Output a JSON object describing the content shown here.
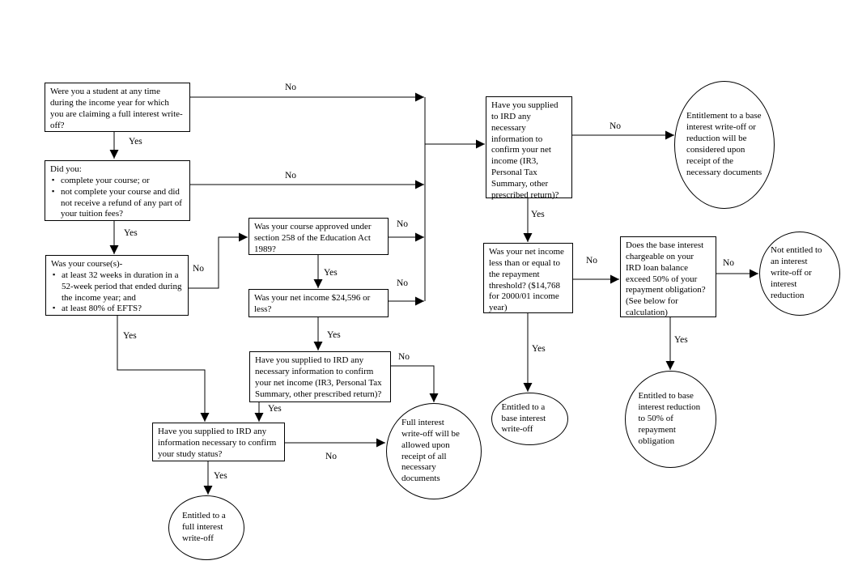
{
  "labels": {
    "yes": "Yes",
    "no": "No"
  },
  "nodes": {
    "student_question": {
      "text": "Were you a student at any time during the income year for which you are claiming a full interest write-off?"
    },
    "course_completion": {
      "intro": "Did you:",
      "items": [
        "complete your course; or",
        "not complete your course and did not receive a refund of any part of your tuition fees?"
      ]
    },
    "course_duration": {
      "intro": "Was your course(s)-",
      "items": [
        "at least 32 weeks in duration in a 52-week period that ended during the income year; and",
        "at least 80% of EFTS?"
      ]
    },
    "course_approved": {
      "text": "Was your course approved under section 258 of the Education Act 1989?"
    },
    "net_income_24596": {
      "text": "Was your net income $24,596 or less?"
    },
    "income_info_supplied_mid": {
      "text": "Have you supplied to IRD any necessary information to confirm your net income (IR3, Personal Tax Summary, other prescribed return)?"
    },
    "study_status_info": {
      "text": "Have you supplied to IRD any information necessary to confirm your study status?"
    },
    "income_info_supplied_right": {
      "text": "Have you supplied to IRD any necessary information to confirm your net income (IR3, Personal Tax Summary, other prescribed return)?"
    },
    "repayment_threshold": {
      "text": "Was your net income less than or equal to the repayment threshold? ($14,768 for 2000/01 income year)"
    },
    "base_interest_exceeds": {
      "text": "Does the base interest chargeable on your IRD loan balance exceed 50% of your repayment obligation? (See below for calculation)"
    },
    "outcome_entitlement_considered": {
      "text": "Entitlement to a base interest write-off or reduction will be considered upon receipt of the necessary documents"
    },
    "outcome_not_entitled": {
      "text": "Not entitled to an interest write-off or interest reduction"
    },
    "outcome_base_writeoff": {
      "text": "Entitled to a base interest write-off"
    },
    "outcome_base_reduction": {
      "text": "Entitled to base interest reduction to 50% of repayment obligation"
    },
    "outcome_full_writeoff_pending": {
      "text": "Full interest write-off will be allowed upon receipt of all necessary documents"
    },
    "outcome_full_writeoff": {
      "text": "Entitled to a full interest write-off"
    }
  }
}
